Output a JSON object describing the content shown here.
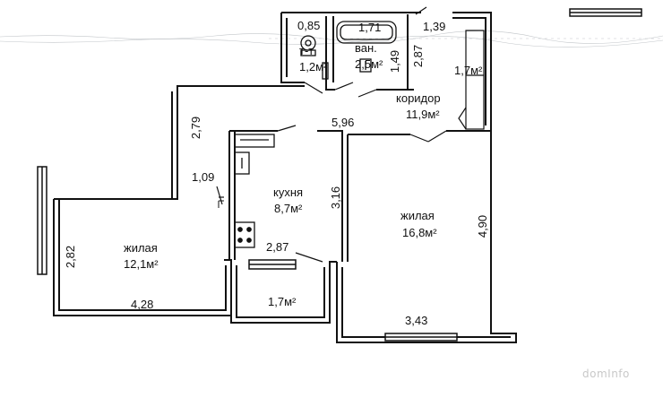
{
  "rooms": {
    "toilet": {
      "name": "т-т",
      "area": "1,2м²"
    },
    "bath": {
      "name": "ван.",
      "area": "2,5м²"
    },
    "corridor": {
      "name": "коридор",
      "area": "11,9м²"
    },
    "closet": {
      "area": "1,7м²"
    },
    "kitchen": {
      "name": "кухня",
      "area": "8,7м²"
    },
    "living_left": {
      "name": "жилая",
      "area": "12,1м²"
    },
    "living_right": {
      "name": "жилая",
      "area": "16,8м²"
    },
    "balcony": {
      "area": "1,7м²"
    }
  },
  "dimensions": {
    "d_085": "0,85",
    "d_171": "1,71",
    "d_139": "1,39",
    "d_149": "1,49",
    "d_287_top": "2,87",
    "d_279": "2,79",
    "d_596": "5,96",
    "d_109": "1,09",
    "d_316": "3,16",
    "d_490": "4,90",
    "d_282": "2,82",
    "d_287_kitchen": "2,87",
    "d_428": "4,28",
    "d_343": "3,43"
  },
  "watermark": "domInfo",
  "colors": {
    "line": "#111111",
    "wall": "#000000",
    "background": "#ffffff",
    "watermark": "#c8c8c8"
  }
}
